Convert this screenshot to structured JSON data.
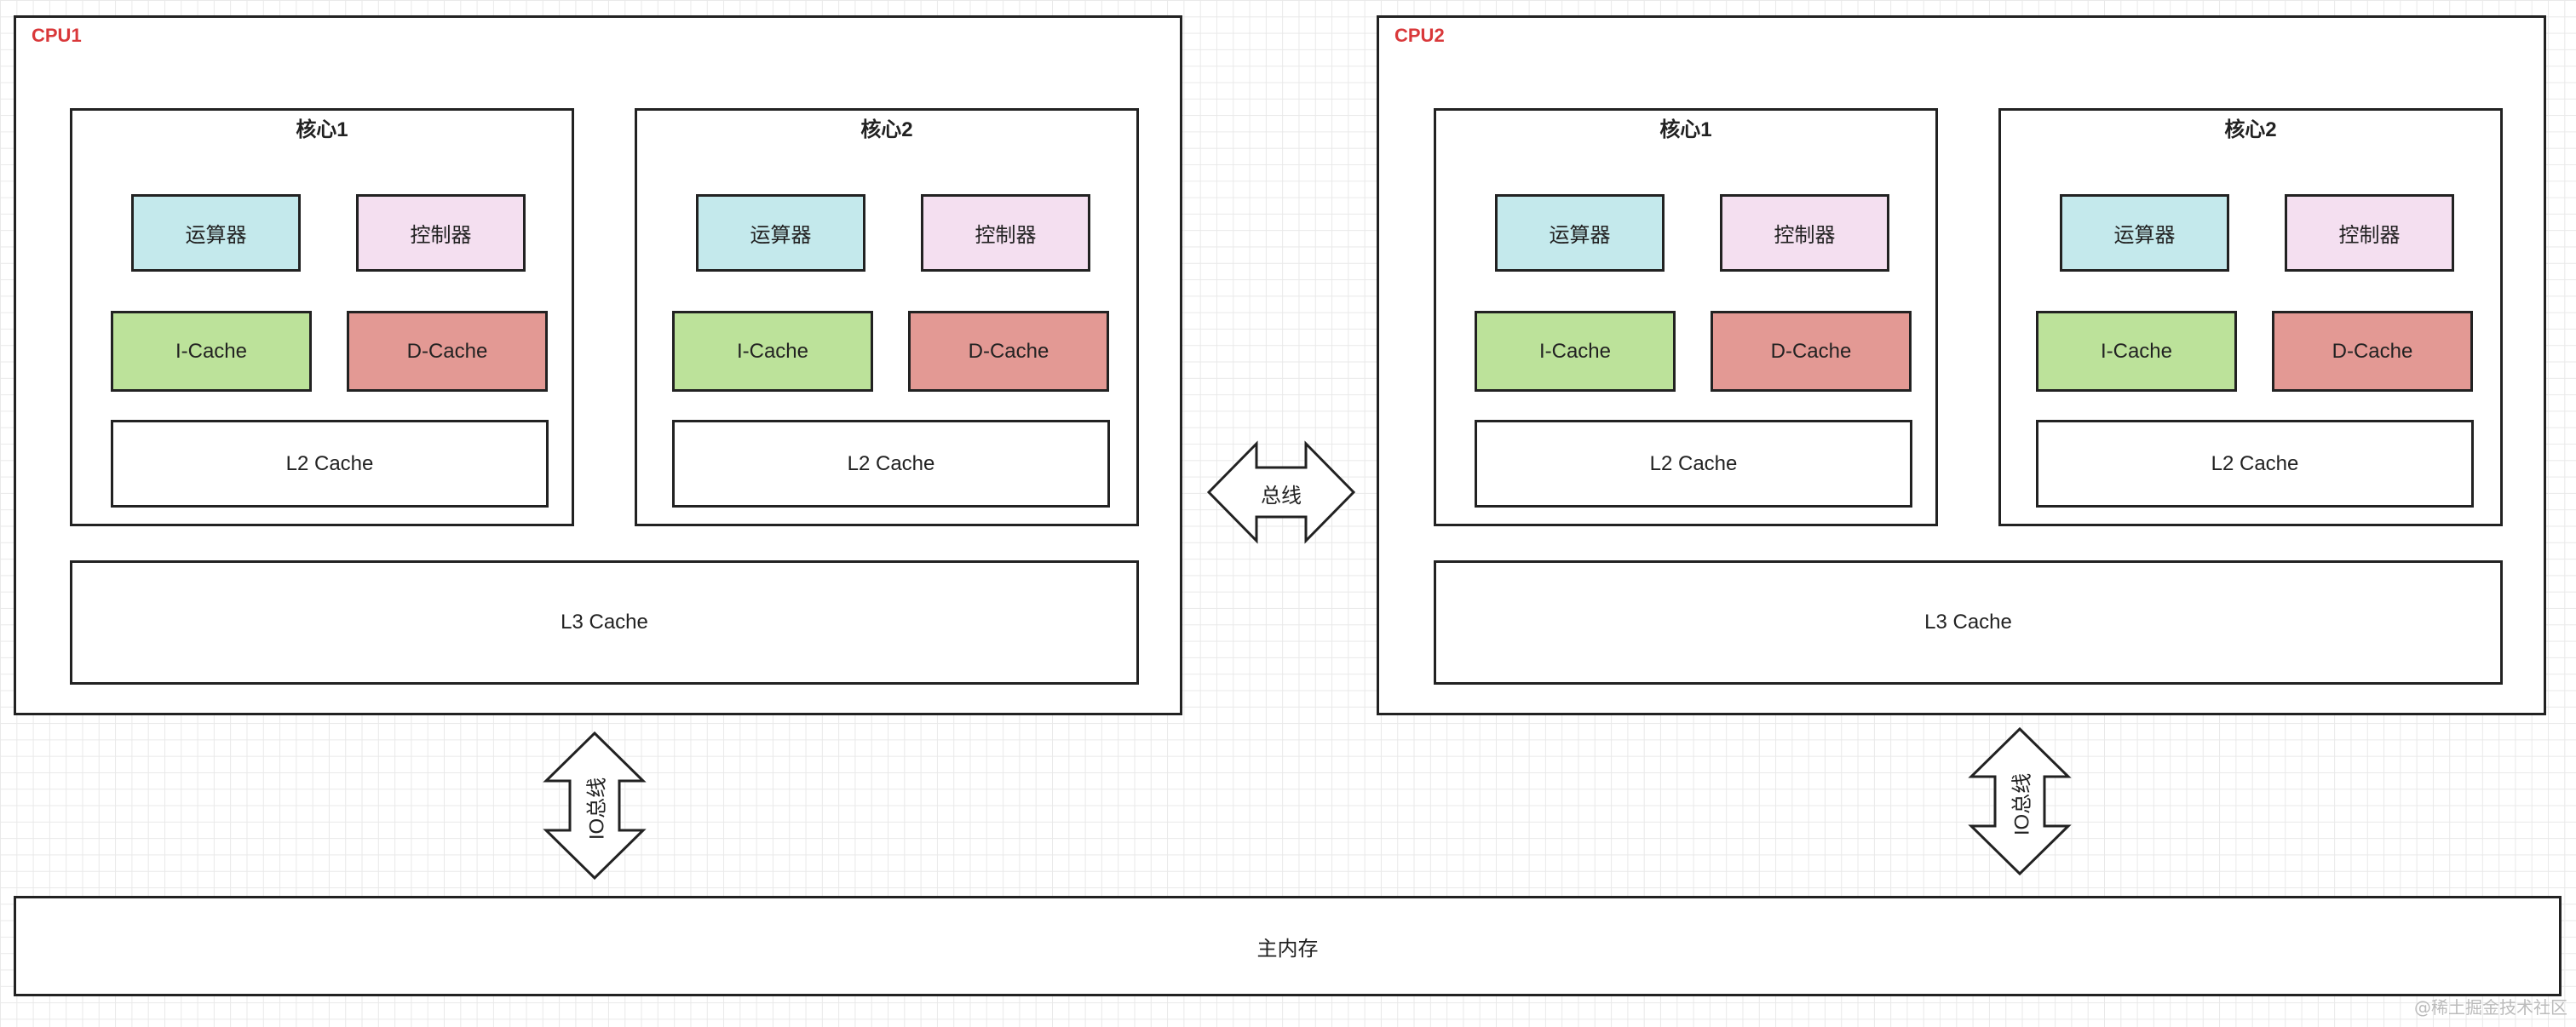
{
  "cpus": [
    {
      "label": "CPU1",
      "cores": [
        {
          "label": "核心1",
          "alu": "运算器",
          "ctrl": "控制器",
          "icache": "I-Cache",
          "dcache": "D-Cache",
          "l2": "L2 Cache"
        },
        {
          "label": "核心2",
          "alu": "运算器",
          "ctrl": "控制器",
          "icache": "I-Cache",
          "dcache": "D-Cache",
          "l2": "L2 Cache"
        }
      ],
      "l3": "L3 Cache"
    },
    {
      "label": "CPU2",
      "cores": [
        {
          "label": "核心1",
          "alu": "运算器",
          "ctrl": "控制器",
          "icache": "I-Cache",
          "dcache": "D-Cache",
          "l2": "L2 Cache"
        },
        {
          "label": "核心2",
          "alu": "运算器",
          "ctrl": "控制器",
          "icache": "I-Cache",
          "dcache": "D-Cache",
          "l2": "L2 Cache"
        }
      ],
      "l3": "L3 Cache"
    }
  ],
  "bus_label": "总线",
  "io_bus_labels": [
    "IO总线",
    "IO总线"
  ],
  "main_memory": "主内存",
  "watermark": "@稀土掘金技术社区",
  "colors": {
    "cpu_label": "#d9383a",
    "alu": "#c4e9ec",
    "ctrl": "#f4dff0",
    "icache": "#bce29a",
    "dcache": "#e39994"
  }
}
